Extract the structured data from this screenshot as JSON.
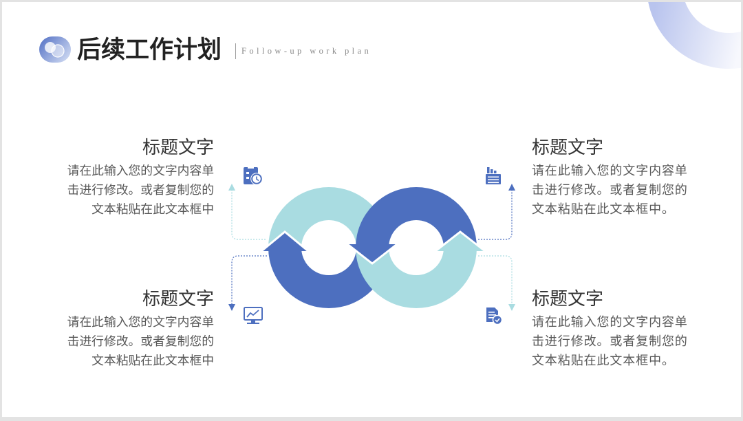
{
  "header": {
    "logo_icon": "logo-icon",
    "title": "后续工作计划",
    "subtitle": "Follow-up work plan"
  },
  "items": [
    {
      "title": "标题文字",
      "lines": [
        "请在此输入您的文字内容单",
        "击进行修改。或者复制您的",
        "文本粘贴在此文本框中"
      ],
      "icon": "calendar-clock-icon"
    },
    {
      "title": "标题文字",
      "lines": [
        "请在此输入您的文字内容单",
        "击进行修改。或者复制您的",
        "文本粘贴在此文本框中。"
      ],
      "icon": "bar-chart-document-icon"
    },
    {
      "title": "标题文字",
      "lines": [
        "请在此输入您的文字内容单",
        "击进行修改。或者复制您的",
        "文本粘贴在此文本框中"
      ],
      "icon": "monitor-line-chart-icon"
    },
    {
      "title": "标题文字",
      "lines": [
        "请在此输入您的文字内容单",
        "击进行修改。或者复制您的",
        "文本粘贴在此文本框中。"
      ],
      "icon": "document-check-icon"
    }
  ],
  "colors": {
    "accent_blue": "#4d6fbf",
    "accent_teal": "#a9dce1",
    "title_text": "#222222",
    "heading_text": "#333333",
    "body_text": "#595959",
    "subtitle_text": "#8a8a8a",
    "corner_gradient_start": "#b9c4ee",
    "corner_gradient_end": "#f7f8fd"
  }
}
